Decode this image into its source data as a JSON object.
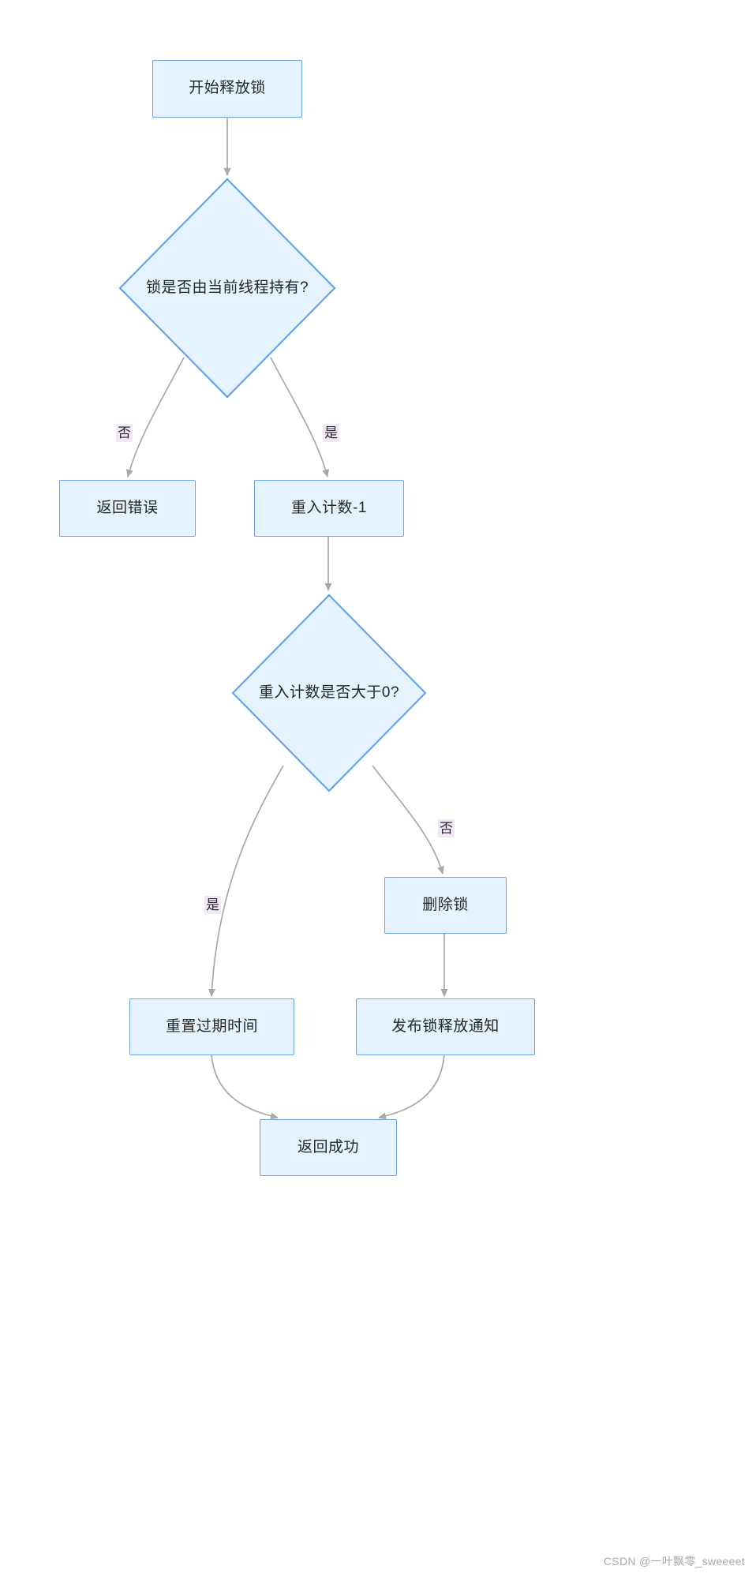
{
  "diagram": {
    "type": "flowchart",
    "direction": "top-down",
    "theme": {
      "node_fill": "#e4f3fd",
      "node_stroke": "#6aa3e8",
      "edge_stroke": "#a8a8a8",
      "edge_label_bg": "#f2e6fb",
      "text_color": "#262626",
      "background": "#ffffff"
    },
    "nodes": [
      {
        "id": "start",
        "shape": "rect",
        "label": "开始释放锁"
      },
      {
        "id": "held",
        "shape": "diamond",
        "label": "锁是否由当前线程持有?"
      },
      {
        "id": "error",
        "shape": "rect",
        "label": "返回错误"
      },
      {
        "id": "decr",
        "shape": "rect",
        "label": "重入计数-1"
      },
      {
        "id": "gtzero",
        "shape": "diamond",
        "label": "重入计数是否大于0?"
      },
      {
        "id": "dellock",
        "shape": "rect",
        "label": "删除锁"
      },
      {
        "id": "resetttl",
        "shape": "rect",
        "label": "重置过期时间"
      },
      {
        "id": "publish",
        "shape": "rect",
        "label": "发布锁释放通知"
      },
      {
        "id": "success",
        "shape": "rect",
        "label": "返回成功"
      }
    ],
    "edges": [
      {
        "from": "start",
        "to": "held",
        "label": ""
      },
      {
        "from": "held",
        "to": "error",
        "label": "否"
      },
      {
        "from": "held",
        "to": "decr",
        "label": "是"
      },
      {
        "from": "decr",
        "to": "gtzero",
        "label": ""
      },
      {
        "from": "gtzero",
        "to": "resetttl",
        "label": "是"
      },
      {
        "from": "gtzero",
        "to": "dellock",
        "label": "否"
      },
      {
        "from": "dellock",
        "to": "publish",
        "label": ""
      },
      {
        "from": "resetttl",
        "to": "success",
        "label": ""
      },
      {
        "from": "publish",
        "to": "success",
        "label": ""
      }
    ]
  },
  "watermark": {
    "text": "CSDN @一叶飘零_sweeeet"
  }
}
